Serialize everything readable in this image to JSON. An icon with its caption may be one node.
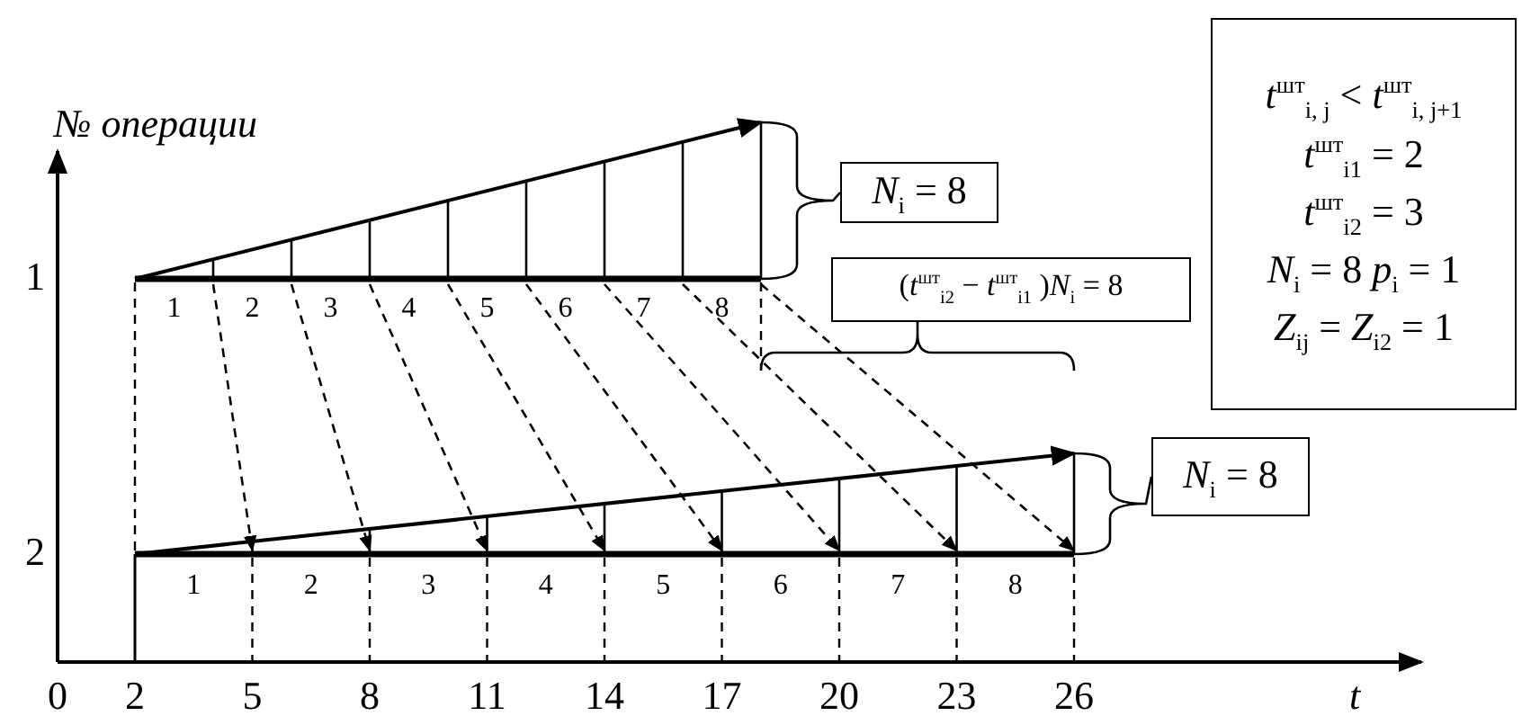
{
  "diagram": {
    "nodes": [
      {
        "text": [
          "*N*$_{i}$ = 8"
        ]
      },
      {
        "text": [
          "(*t*$^{шт}$$_{i2}$ − *t*$^{шт}$$_{i1}$ )*N*$_{i}$ = 8"
        ]
      },
      {
        "text": [
          "*N*$_{i}$ = 8"
        ]
      },
      {
        "text": [
          "*t*$^{шт}$$_{i, j}$ < *t*$^{шт}$$_{i, j+1}$",
          "*t*$^{шт}$$_{i1}$ = 2",
          "*t*$^{шт}$$_{i2}$ = 3",
          "*N*$_{i}$ = 8 *p*$_{i}$ = 1",
          "*Z*$_{ij}$ = *Z*$_{i2}$ = 1"
        ]
      },
      {
        "text": [],
        "shape": "picture",
        "beside": [
          "1",
          "2",
          "3",
          "4",
          "5",
          "6",
          "7",
          "8"
        ]
      },
      {
        "text": [],
        "shape": "picture",
        "beside": [
          "1",
          "2",
          "3",
          "4",
          "5",
          "6",
          "7",
          "8"
        ]
      }
    ],
    "edges": [
      {
        "from": 0,
        "to": 4,
        "arrow": "none"
      },
      {
        "from": 1,
        "to": null,
        "arrow": "none"
      },
      {
        "from": 2,
        "to": 5,
        "arrow": "none"
      },
      {
        "from": 4,
        "to": 5,
        "arrow": "to",
        "style": "dashed"
      },
      {
        "from": 4,
        "to": 5,
        "arrow": "to",
        "style": "dashed"
      },
      {
        "from": 4,
        "to": 5,
        "arrow": "to",
        "style": "dashed"
      },
      {
        "from": 4,
        "to": 5,
        "arrow": "to",
        "style": "dashed"
      },
      {
        "from": 4,
        "to": 5,
        "arrow": "to",
        "style": "dashed"
      },
      {
        "from": 4,
        "to": 5,
        "arrow": "to",
        "style": "dashed"
      },
      {
        "from": 4,
        "to": 5,
        "arrow": "to",
        "style": "dashed"
      },
      {
        "from": 4,
        "to": 5,
        "arrow": "to",
        "style": "dashed"
      }
    ],
    "labels": [
      "№ операции",
      "1",
      "2",
      "0",
      "2",
      "5",
      "8",
      "11",
      "14",
      "17",
      "20",
      "23",
      "26",
      "t"
    ]
  }
}
